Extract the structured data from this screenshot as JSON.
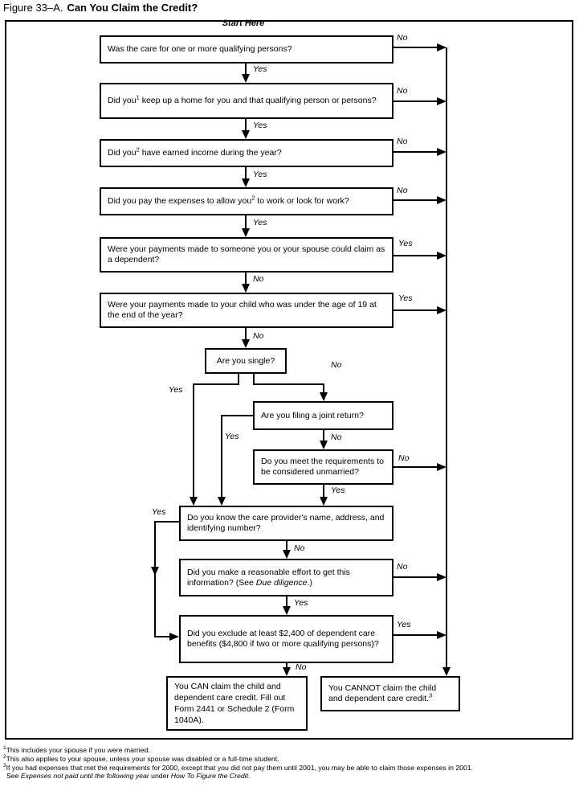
{
  "title": {
    "prefix": "Figure 33–A.",
    "main": "Can You Claim the Credit?"
  },
  "start_label": "Start Here",
  "labels": {
    "yes": "Yes",
    "no": "No"
  },
  "nodes": {
    "qualifying": {
      "text": "Was the care for one or more qualifying persons?"
    },
    "keep_home": {
      "pre": "Did you",
      "sup": "1",
      "post": " keep up a home for you and that qualifying person or persons?"
    },
    "earned_income": {
      "pre": "Did you",
      "sup": "2",
      "post": " have earned income during the year?"
    },
    "pay_expenses": {
      "pre": "Did you pay the expenses to allow you",
      "sup": "2",
      "post": " to work or look for work?"
    },
    "dependent_payee": {
      "text": "Were your payments made to someone you or your spouse could claim as a dependent?"
    },
    "child_under_19": {
      "text": "Were your payments made to your child who was under the age of 19 at the end of the year?"
    },
    "single": {
      "text": "Are you single?"
    },
    "joint_return": {
      "text": "Are you filing a joint return?"
    },
    "unmarried": {
      "text": "Do you meet the requirements to be considered unmarried?"
    },
    "provider_info": {
      "text": "Do you know the care provider's name, address, and identifying number?"
    },
    "due_diligence": {
      "pre": "Did you make a reasonable effort to get this information? (See ",
      "italic": "Due diligence",
      "post": ".)"
    },
    "exclude_benefits": {
      "text": "Did you exclude at least $2,400 of dependent care benefits ($4,800 if two or more qualifying persons)?"
    },
    "can_claim": {
      "text": "You CAN claim the child and dependent care credit. Fill out Form 2441 or Schedule 2 (Form 1040A)."
    },
    "cannot_claim": {
      "pre": "You CANNOT claim the child and dependent care credit.",
      "sup": "3"
    }
  },
  "footnotes": {
    "f1": {
      "sup": "1",
      "text": "This includes your spouse if you were married."
    },
    "f2": {
      "sup": "2",
      "text": "This also applies to your spouse, unless your spouse was disabled or a full-time student."
    },
    "f3": {
      "sup": "3",
      "text": "If you had expenses that met the requirements for 2000, except that you did not pay them until 2001, you may be able to claim those expenses in 2001."
    },
    "f3b": {
      "pre": "See ",
      "italic1": "Expenses not paid until the following year",
      "mid": " under ",
      "italic2": "How To Figure the Credit",
      "post": "."
    }
  }
}
